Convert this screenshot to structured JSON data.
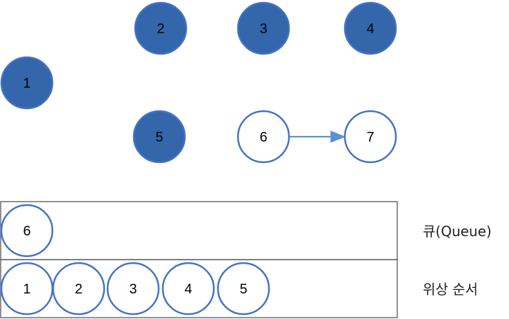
{
  "colors": {
    "visited_fill": "#3366aa",
    "node_stroke": "#4472c4",
    "unvisited_fill": "#ffffff",
    "edge": "#5b8fd6",
    "box_stroke": "#555555",
    "text": "#000000"
  },
  "graph": {
    "nodes": [
      {
        "label": "1",
        "visited": true
      },
      {
        "label": "2",
        "visited": true
      },
      {
        "label": "3",
        "visited": true
      },
      {
        "label": "4",
        "visited": true
      },
      {
        "label": "5",
        "visited": true
      },
      {
        "label": "6",
        "visited": false
      },
      {
        "label": "7",
        "visited": false
      }
    ],
    "edges": [
      {
        "from": "6",
        "to": "7"
      }
    ]
  },
  "queue": {
    "label": "큐(Queue)",
    "items": [
      "6"
    ]
  },
  "topological_order": {
    "label": "위상 순서",
    "items": [
      "1",
      "2",
      "3",
      "4",
      "5"
    ]
  }
}
